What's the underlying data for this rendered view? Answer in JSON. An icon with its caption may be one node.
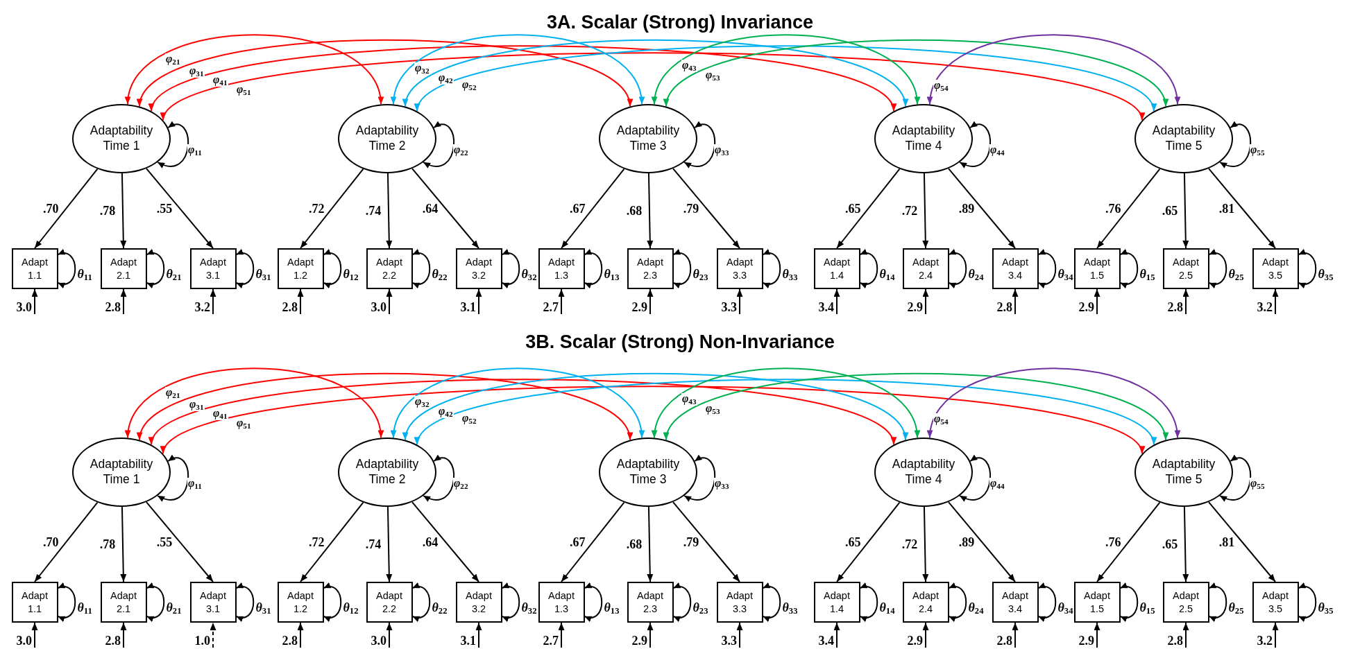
{
  "diagram": {
    "nodes": [
      {
        "text": [
          "Adaptability Time 1"
        ]
      },
      {
        "text": [
          "Adaptability Time 2"
        ]
      },
      {
        "text": [
          "Adaptability Time 3"
        ]
      },
      {
        "text": [
          "Adaptability Time 4"
        ]
      },
      {
        "text": [
          "Adaptability Time 5"
        ]
      },
      {
        "text": [
          "Adapt 1.1"
        ]
      },
      {
        "text": [
          "Adapt 2.1"
        ]
      },
      {
        "text": [
          "Adapt 3.1"
        ]
      },
      {
        "text": [
          "Adapt 1.2"
        ]
      },
      {
        "text": [
          "Adapt 2.2"
        ]
      },
      {
        "text": [
          "Adapt 3.2"
        ]
      },
      {
        "text": [
          "Adapt 1.3"
        ]
      },
      {
        "text": [
          "Adapt 2.3"
        ]
      },
      {
        "text": [
          "Adapt 3.3"
        ]
      },
      {
        "text": [
          "Adapt 1.4"
        ]
      },
      {
        "text": [
          "Adapt 2.4"
        ]
      },
      {
        "text": [
          "Adapt 3.4"
        ]
      },
      {
        "text": [
          "Adapt 1.5"
        ]
      },
      {
        "text": [
          "Adapt 2.5"
        ]
      },
      {
        "text": [
          "Adapt 3.5"
        ]
      },
      {
        "text": [
          "Adaptability Time 1"
        ]
      },
      {
        "text": [
          "Adaptability Time 2"
        ]
      },
      {
        "text": [
          "Adaptability Time 3"
        ]
      },
      {
        "text": [
          "Adaptability Time 4"
        ]
      },
      {
        "text": [
          "Adaptability Time 5"
        ]
      },
      {
        "text": [
          "Adapt 1.1"
        ]
      },
      {
        "text": [
          "Adapt 2.1"
        ]
      },
      {
        "text": [
          "Adapt 3.1"
        ]
      },
      {
        "text": [
          "Adapt 1.2"
        ]
      },
      {
        "text": [
          "Adapt 2.2"
        ]
      },
      {
        "text": [
          "Adapt 3.2"
        ]
      },
      {
        "text": [
          "Adapt 1.3"
        ]
      },
      {
        "text": [
          "Adapt 2.3"
        ]
      },
      {
        "text": [
          "Adapt 3.3"
        ]
      },
      {
        "text": [
          "Adapt 1.4"
        ]
      },
      {
        "text": [
          "Adapt 2.4"
        ]
      },
      {
        "text": [
          "Adapt 3.4"
        ]
      },
      {
        "text": [
          "Adapt 1.5"
        ]
      },
      {
        "text": [
          "Adapt 2.5"
        ]
      },
      {
        "text": [
          "Adapt 3.5"
        ]
      }
    ],
    "edges": [
      {
        "from": 0,
        "to": 1,
        "arrow": "both",
        "label": "*φ*$_{21}$",
        "color": "#ff0000"
      },
      {
        "from": 0,
        "to": 2,
        "arrow": "both",
        "label": "*φ*$_{31}$",
        "color": "#ff0000"
      },
      {
        "from": 0,
        "to": 3,
        "arrow": "both",
        "label": "*φ*$_{41}$",
        "color": "#ff0000"
      },
      {
        "from": 0,
        "to": 4,
        "arrow": "both",
        "label": "*φ*$_{51}$",
        "color": "#ff0000"
      },
      {
        "from": 1,
        "to": 2,
        "arrow": "both",
        "label": "*φ*$_{32}$",
        "color": "#00b0f0"
      },
      {
        "from": 1,
        "to": 3,
        "arrow": "both",
        "label": "*φ*$_{42}$",
        "color": "#00b0f0"
      },
      {
        "from": 1,
        "to": 4,
        "arrow": "both",
        "label": "*φ*$_{52}$",
        "color": "#00b0f0"
      },
      {
        "from": 2,
        "to": 3,
        "arrow": "both",
        "label": "*φ*$_{43}$",
        "color": "#00b050"
      },
      {
        "from": 2,
        "to": 4,
        "arrow": "both",
        "label": "*φ*$_{53}$",
        "color": "#00b050"
      },
      {
        "from": 3,
        "to": 4,
        "arrow": "both",
        "label": "*φ*$_{54}$",
        "color": "#7030a0"
      },
      {
        "from": 0,
        "to": 5,
        "arrow": "to",
        "label": ".70"
      },
      {
        "from": 0,
        "to": 6,
        "arrow": "to",
        "label": ".78"
      },
      {
        "from": 0,
        "to": 7,
        "arrow": "to",
        "label": ".55"
      },
      {
        "from": 1,
        "to": 8,
        "arrow": "to",
        "label": ".72"
      },
      {
        "from": 1,
        "to": 9,
        "arrow": "to",
        "label": ".74"
      },
      {
        "from": 1,
        "to": 10,
        "arrow": "to",
        "label": ".64"
      },
      {
        "from": 2,
        "to": 11,
        "arrow": "to",
        "label": ".67"
      },
      {
        "from": 2,
        "to": 12,
        "arrow": "to",
        "label": ".68"
      },
      {
        "from": 2,
        "to": 13,
        "arrow": "to",
        "label": ".79"
      },
      {
        "from": 3,
        "to": 14,
        "arrow": "to",
        "label": ".65"
      },
      {
        "from": 3,
        "to": 15,
        "arrow": "to",
        "label": ".72"
      },
      {
        "from": 3,
        "to": 16,
        "arrow": "to",
        "label": ".89"
      },
      {
        "from": 4,
        "to": 17,
        "arrow": "to",
        "label": ".76"
      },
      {
        "from": 4,
        "to": 18,
        "arrow": "to",
        "label": ".65"
      },
      {
        "from": 4,
        "to": 19,
        "arrow": "to",
        "label": ".81"
      },
      {
        "from": 0,
        "to": 0,
        "arrow": "both",
        "label": "*φ*$_{11}$"
      },
      {
        "from": 1,
        "to": 1,
        "arrow": "both",
        "label": "*φ*$_{22}$"
      },
      {
        "from": 2,
        "to": 2,
        "arrow": "both",
        "label": "*φ*$_{33}$"
      },
      {
        "from": 3,
        "to": 3,
        "arrow": "both",
        "label": "*φ*$_{44}$"
      },
      {
        "from": 4,
        "to": 4,
        "arrow": "both",
        "label": "*φ*$_{55}$"
      },
      {
        "from": 5,
        "to": 5,
        "arrow": "both",
        "label": "*θ*$_{11}$"
      },
      {
        "from": 6,
        "to": 6,
        "arrow": "both",
        "label": "*θ*$_{21}$"
      },
      {
        "from": 7,
        "to": 7,
        "arrow": "both",
        "label": "*θ*$_{31}$"
      },
      {
        "from": 8,
        "to": 8,
        "arrow": "both",
        "label": "*θ*$_{12}$"
      },
      {
        "from": 9,
        "to": 9,
        "arrow": "both",
        "label": "*θ*$_{22}$"
      },
      {
        "from": 10,
        "to": 10,
        "arrow": "both",
        "label": "*θ*$_{32}$"
      },
      {
        "from": 11,
        "to": 11,
        "arrow": "both",
        "label": "*θ*$_{13}$"
      },
      {
        "from": 12,
        "to": 12,
        "arrow": "both",
        "label": "*θ*$_{23}$"
      },
      {
        "from": 13,
        "to": 13,
        "arrow": "both",
        "label": "*θ*$_{33}$"
      },
      {
        "from": 14,
        "to": 14,
        "arrow": "both",
        "label": "*θ*$_{14}$"
      },
      {
        "from": 15,
        "to": 15,
        "arrow": "both",
        "label": "*θ*$_{24}$"
      },
      {
        "from": 16,
        "to": 16,
        "arrow": "both",
        "label": "*θ*$_{34}$"
      },
      {
        "from": 17,
        "to": 17,
        "arrow": "both",
        "label": "*θ*$_{15}$"
      },
      {
        "from": 18,
        "to": 18,
        "arrow": "both",
        "label": "*θ*$_{25}$"
      },
      {
        "from": 19,
        "to": 19,
        "arrow": "both",
        "label": "*θ*$_{35}$"
      },
      {
        "from": null,
        "to": 5,
        "arrow": "to",
        "label": "3.0"
      },
      {
        "from": null,
        "to": 6,
        "arrow": "to",
        "label": "2.8"
      },
      {
        "from": null,
        "to": 7,
        "arrow": "to",
        "label": "3.2"
      },
      {
        "from": null,
        "to": 8,
        "arrow": "to",
        "label": "2.8"
      },
      {
        "from": null,
        "to": 9,
        "arrow": "to",
        "label": "3.0"
      },
      {
        "from": null,
        "to": 10,
        "arrow": "to",
        "label": "3.1"
      },
      {
        "from": null,
        "to": 11,
        "arrow": "to",
        "label": "2.7"
      },
      {
        "from": null,
        "to": 12,
        "arrow": "to",
        "label": "2.9"
      },
      {
        "from": null,
        "to": 13,
        "arrow": "to",
        "label": "3.3"
      },
      {
        "from": null,
        "to": 14,
        "arrow": "to",
        "label": "3.4"
      },
      {
        "from": null,
        "to": 15,
        "arrow": "to",
        "label": "2.9"
      },
      {
        "from": null,
        "to": 16,
        "arrow": "to",
        "label": "2.8"
      },
      {
        "from": null,
        "to": 17,
        "arrow": "to",
        "label": "2.9"
      },
      {
        "from": null,
        "to": 18,
        "arrow": "to",
        "label": "2.8"
      },
      {
        "from": null,
        "to": 19,
        "arrow": "to",
        "label": "3.2"
      },
      {
        "from": 20,
        "to": 21,
        "arrow": "both",
        "label": "*φ*$_{21}$",
        "color": "#ff0000"
      },
      {
        "from": 20,
        "to": 22,
        "arrow": "both",
        "label": "*φ*$_{31}$",
        "color": "#ff0000"
      },
      {
        "from": 20,
        "to": 23,
        "arrow": "both",
        "label": "*φ*$_{41}$",
        "color": "#ff0000"
      },
      {
        "from": 20,
        "to": 24,
        "arrow": "both",
        "label": "*φ*$_{51}$",
        "color": "#ff0000"
      },
      {
        "from": 21,
        "to": 22,
        "arrow": "both",
        "label": "*φ*$_{32}$",
        "color": "#00b0f0"
      },
      {
        "from": 21,
        "to": 23,
        "arrow": "both",
        "label": "*φ*$_{42}$",
        "color": "#00b0f0"
      },
      {
        "from": 21,
        "to": 24,
        "arrow": "both",
        "label": "*φ*$_{52}$",
        "color": "#00b0f0"
      },
      {
        "from": 22,
        "to": 23,
        "arrow": "both",
        "label": "*φ*$_{43}$",
        "color": "#00b050"
      },
      {
        "from": 22,
        "to": 24,
        "arrow": "both",
        "label": "*φ*$_{53}$",
        "color": "#00b050"
      },
      {
        "from": 23,
        "to": 24,
        "arrow": "both",
        "label": "*φ*$_{54}$",
        "color": "#7030a0"
      },
      {
        "from": 20,
        "to": 25,
        "arrow": "to",
        "label": ".70"
      },
      {
        "from": 20,
        "to": 26,
        "arrow": "to",
        "label": ".78"
      },
      {
        "from": 20,
        "to": 27,
        "arrow": "to",
        "label": ".55"
      },
      {
        "from": 21,
        "to": 28,
        "arrow": "to",
        "label": ".72"
      },
      {
        "from": 21,
        "to": 29,
        "arrow": "to",
        "label": ".74"
      },
      {
        "from": 21,
        "to": 30,
        "arrow": "to",
        "label": ".64"
      },
      {
        "from": 22,
        "to": 31,
        "arrow": "to",
        "label": ".67"
      },
      {
        "from": 22,
        "to": 32,
        "arrow": "to",
        "label": ".68"
      },
      {
        "from": 22,
        "to": 33,
        "arrow": "to",
        "label": ".79"
      },
      {
        "from": 23,
        "to": 34,
        "arrow": "to",
        "label": ".65"
      },
      {
        "from": 23,
        "to": 35,
        "arrow": "to",
        "label": ".72"
      },
      {
        "from": 23,
        "to": 36,
        "arrow": "to",
        "label": ".89"
      },
      {
        "from": 24,
        "to": 37,
        "arrow": "to",
        "label": ".76"
      },
      {
        "from": 24,
        "to": 38,
        "arrow": "to",
        "label": ".65"
      },
      {
        "from": 24,
        "to": 39,
        "arrow": "to",
        "label": ".81"
      },
      {
        "from": 20,
        "to": 20,
        "arrow": "both",
        "label": "*φ*$_{11}$"
      },
      {
        "from": 21,
        "to": 21,
        "arrow": "both",
        "label": "*φ*$_{22}$"
      },
      {
        "from": 22,
        "to": 22,
        "arrow": "both",
        "label": "*φ*$_{33}$"
      },
      {
        "from": 23,
        "to": 23,
        "arrow": "both",
        "label": "*φ*$_{44}$"
      },
      {
        "from": 24,
        "to": 24,
        "arrow": "both",
        "label": "*φ*$_{55}$"
      },
      {
        "from": 25,
        "to": 25,
        "arrow": "both",
        "label": "*θ*$_{11}$"
      },
      {
        "from": 26,
        "to": 26,
        "arrow": "both",
        "label": "*θ*$_{21}$"
      },
      {
        "from": 27,
        "to": 27,
        "arrow": "both",
        "label": "*θ*$_{31}$"
      },
      {
        "from": 28,
        "to": 28,
        "arrow": "both",
        "label": "*θ*$_{12}$"
      },
      {
        "from": 29,
        "to": 29,
        "arrow": "both",
        "label": "*θ*$_{22}$"
      },
      {
        "from": 30,
        "to": 30,
        "arrow": "both",
        "label": "*θ*$_{32}$"
      },
      {
        "from": 31,
        "to": 31,
        "arrow": "both",
        "label": "*θ*$_{13}$"
      },
      {
        "from": 32,
        "to": 32,
        "arrow": "both",
        "label": "*θ*$_{23}$"
      },
      {
        "from": 33,
        "to": 33,
        "arrow": "both",
        "label": "*θ*$_{33}$"
      },
      {
        "from": 34,
        "to": 34,
        "arrow": "both",
        "label": "*θ*$_{14}$"
      },
      {
        "from": 35,
        "to": 35,
        "arrow": "both",
        "label": "*θ*$_{24}$"
      },
      {
        "from": 36,
        "to": 36,
        "arrow": "both",
        "label": "*θ*$_{34}$"
      },
      {
        "from": 37,
        "to": 37,
        "arrow": "both",
        "label": "*θ*$_{15}$"
      },
      {
        "from": 38,
        "to": 38,
        "arrow": "both",
        "label": "*θ*$_{25}$"
      },
      {
        "from": 39,
        "to": 39,
        "arrow": "both",
        "label": "*θ*$_{35}$"
      },
      {
        "from": null,
        "to": 25,
        "arrow": "to",
        "label": "3.0"
      },
      {
        "from": null,
        "to": 26,
        "arrow": "to",
        "label": "2.8"
      },
      {
        "from": null,
        "to": 27,
        "arrow": "to",
        "label": "1.0",
        "style": "dashed"
      },
      {
        "from": null,
        "to": 28,
        "arrow": "to",
        "label": "2.8"
      },
      {
        "from": null,
        "to": 29,
        "arrow": "to",
        "label": "3.0"
      },
      {
        "from": null,
        "to": 30,
        "arrow": "to",
        "label": "3.1"
      },
      {
        "from": null,
        "to": 31,
        "arrow": "to",
        "label": "2.7"
      },
      {
        "from": null,
        "to": 32,
        "arrow": "to",
        "label": "2.9"
      },
      {
        "from": null,
        "to": 33,
        "arrow": "to",
        "label": "3.3"
      },
      {
        "from": null,
        "to": 34,
        "arrow": "to",
        "label": "3.4"
      },
      {
        "from": null,
        "to": 35,
        "arrow": "to",
        "label": "2.9"
      },
      {
        "from": null,
        "to": 36,
        "arrow": "to",
        "label": "2.8"
      },
      {
        "from": null,
        "to": 37,
        "arrow": "to",
        "label": "2.9"
      },
      {
        "from": null,
        "to": 38,
        "arrow": "to",
        "label": "2.8"
      },
      {
        "from": null,
        "to": 39,
        "arrow": "to",
        "label": "3.2"
      }
    ],
    "labels": [
      "3A. Scalar (Strong) Invariance",
      "3B. Scalar (Strong) Non-Invariance"
    ]
  }
}
